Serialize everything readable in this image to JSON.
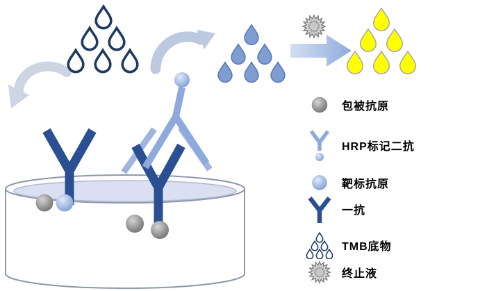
{
  "legend": {
    "items": [
      {
        "id": "coating-antigen",
        "label": "包被抗原"
      },
      {
        "id": "hrp-secondary-antibody",
        "label": "HRP标记二抗"
      },
      {
        "id": "target-antigen",
        "label": "靶标抗原"
      },
      {
        "id": "primary-antibody",
        "label": "一抗"
      },
      {
        "id": "tmb-substrate",
        "label": "TMB底物"
      },
      {
        "id": "stop-solution",
        "label": "终止液"
      }
    ]
  },
  "colors": {
    "navy": "#1E3A5F",
    "primary_antibody_blue": "#2A4F92",
    "secondary_antibody_blue": "#8EA9DB",
    "substrate_droplet_blue": "#7F9DD1",
    "substrate_droplet_edge": "#5D7DB8",
    "product_yellow": "#FFFF00",
    "product_yellow_edge": "#A6A6A6",
    "antigen_gray": "#8C8C8C",
    "target_antigen_blue": "#9AB5E2",
    "arrow_light_blue": "#BCC9E0",
    "wash_arrow_gray": "#CDD4E2",
    "burst_gray": "#D9D9D9",
    "burst_edge": "#7F7F7F",
    "dish_outline": "#8B98A8",
    "liquid_fill": "#DAE0F2"
  }
}
